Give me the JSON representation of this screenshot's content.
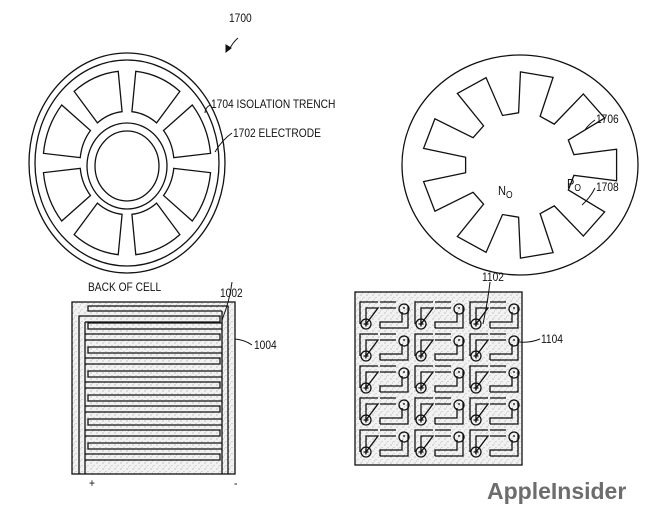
{
  "figure_1700": {
    "ref": "1700",
    "trench_label": "1704 ISOLATION TRENCH",
    "electrode_label": "1702 ELECTRODE"
  },
  "figure_star": {
    "ref_1706": "1706",
    "ref_1708": "1708",
    "n_region": "N",
    "n_sub": "O",
    "p_region": "P",
    "p_sub": "O"
  },
  "figure_back": {
    "title": "BACK OF CELL",
    "ref_1002": "1002",
    "ref_1004": "1004",
    "plus": "+",
    "minus": "-"
  },
  "figure_grid": {
    "ref_1102": "1102",
    "ref_1104": "1104"
  },
  "watermark": "AppleInsider"
}
